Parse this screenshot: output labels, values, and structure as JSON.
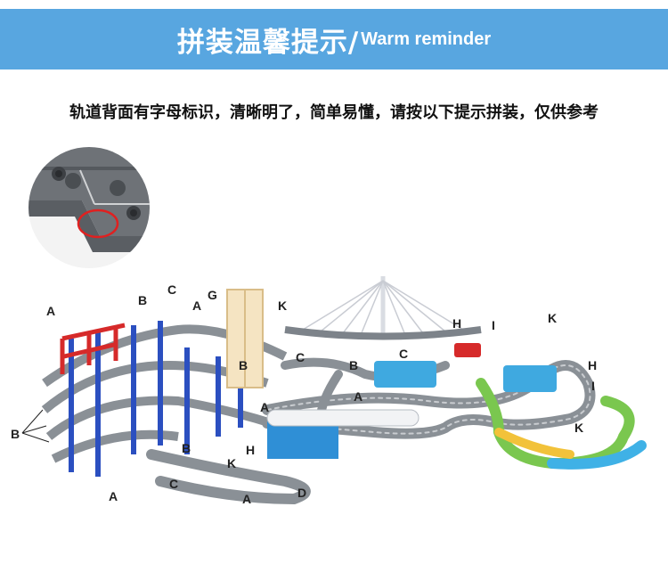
{
  "banner": {
    "title": "拼装温馨提示/",
    "subtitle": "Warm reminder"
  },
  "instruction": "轨道背面有字母标识，清晰明了，简单易懂，请按以下提示拼装，仅供参考",
  "colors": {
    "banner_bg": "#58a6e0",
    "track_gray": "#8a9096",
    "support_blue": "#2b4fc0",
    "support_red": "#d62a2a",
    "highlight_ring": "#e02020"
  },
  "track_labels": {
    "l01": "A",
    "l02": "B",
    "l03": "C",
    "l04": "G",
    "l05": "A",
    "l06": "K",
    "l07": "H",
    "l08": "I",
    "l09": "K",
    "l10": "C",
    "l11": "B",
    "l12": "C",
    "l13": "A",
    "l14": "H",
    "l15": "I",
    "l16": "B",
    "l17": "A",
    "l18": "B",
    "l19": "H",
    "l20": "K",
    "l21": "K",
    "l22": "A",
    "l23": "C",
    "l24": "D",
    "l25": "A"
  }
}
